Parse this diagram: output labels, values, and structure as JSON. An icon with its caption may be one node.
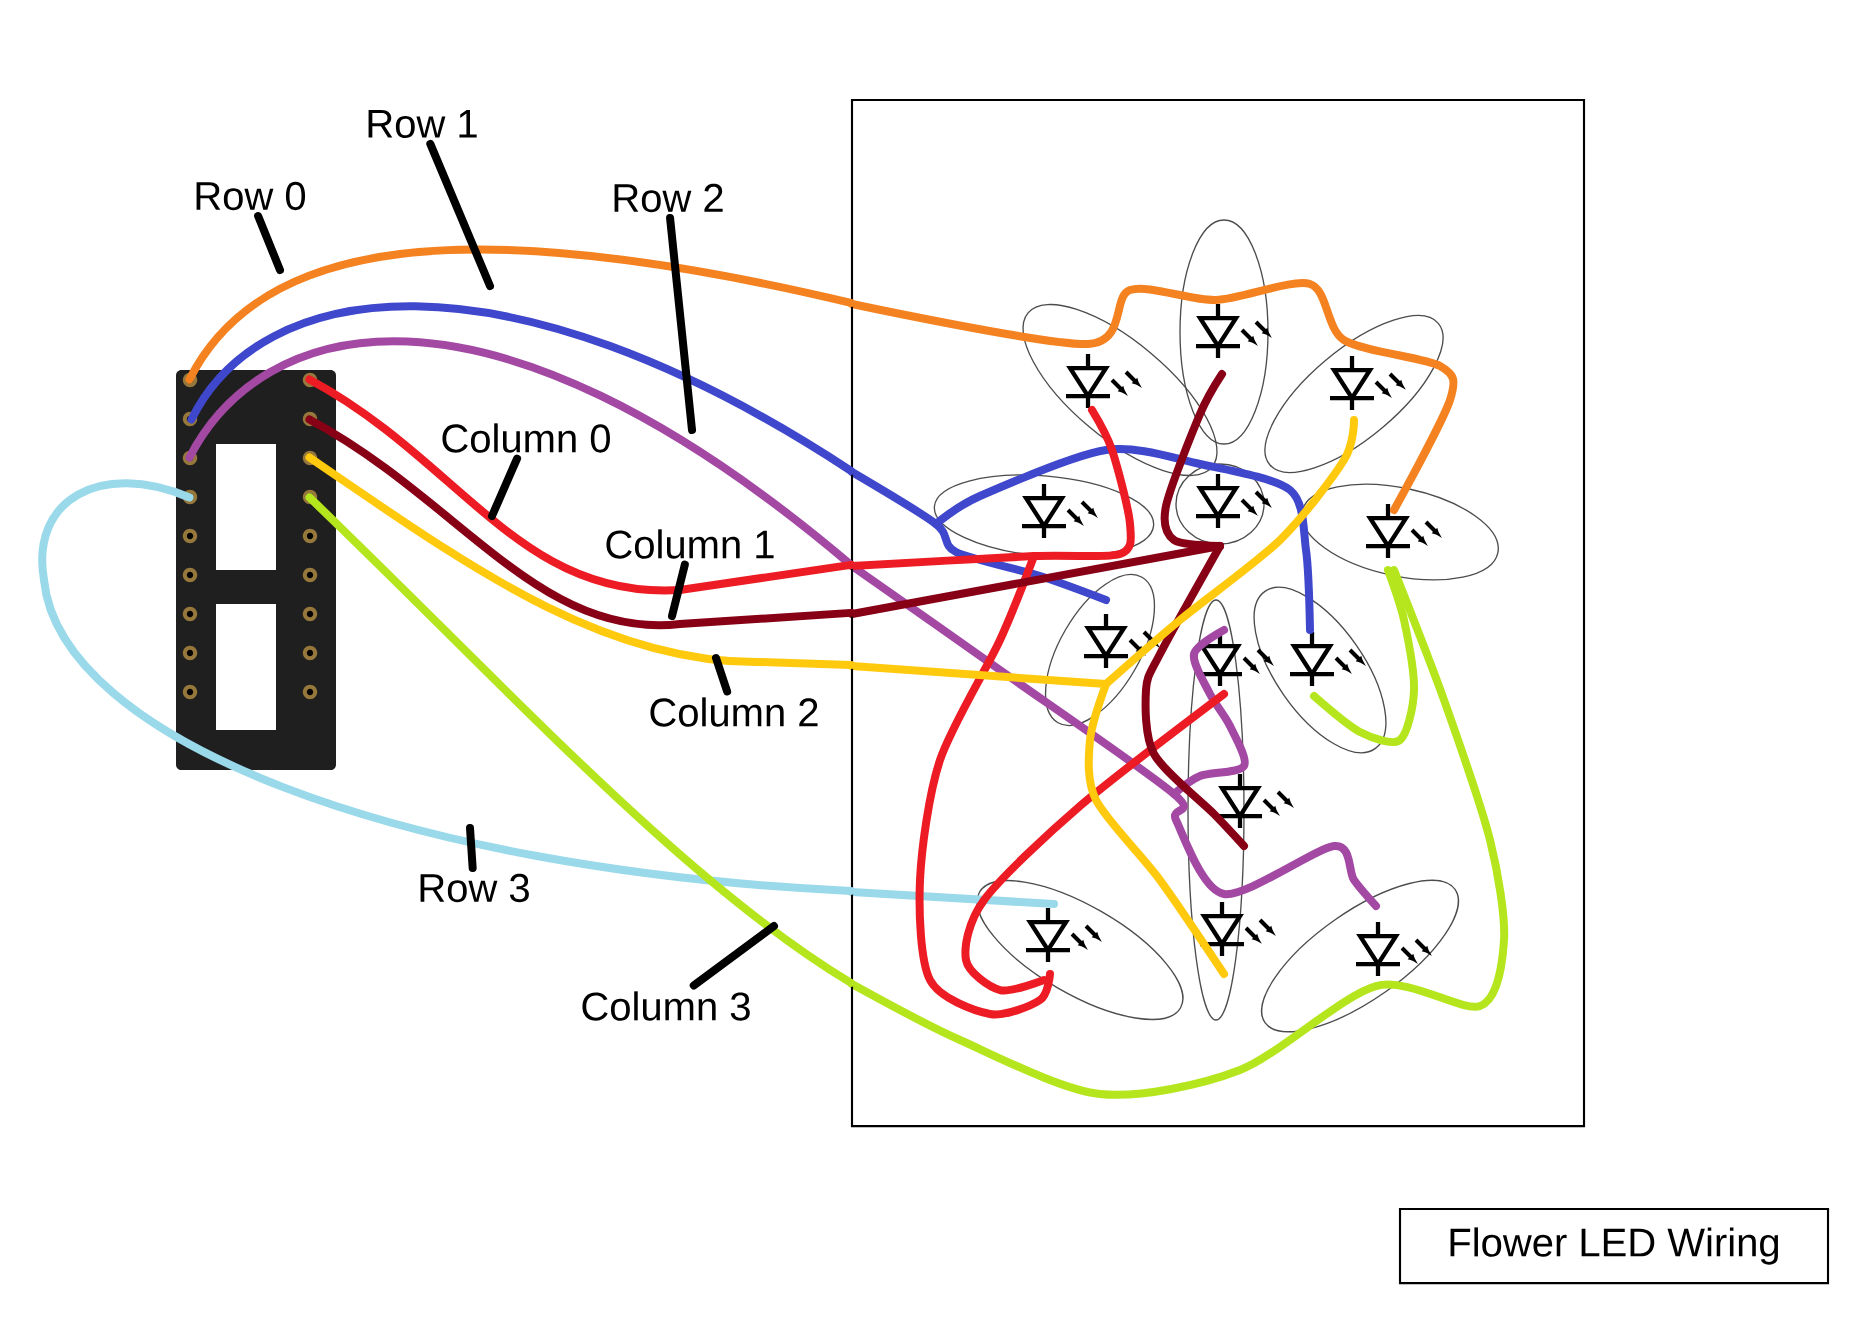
{
  "diagram": {
    "nodes": [
      {
        "text": [],
        "shape": "picture"
      },
      {
        "text": [],
        "shape": "box"
      },
      {
        "text": [
          "Flower LED Wiring"
        ]
      },
      {
        "text": [
          "Row 0"
        ]
      },
      {
        "text": [
          "Row 1"
        ]
      },
      {
        "text": [
          "Row 2"
        ]
      },
      {
        "text": [
          "Column 0"
        ]
      },
      {
        "text": [
          "Column 1"
        ]
      },
      {
        "text": [
          "Column 2"
        ]
      },
      {
        "text": [
          "Row 3"
        ]
      },
      {
        "text": [
          "Column 3"
        ]
      }
    ],
    "edges": [
      {
        "from": 0,
        "to": 1,
        "arrow": "none",
        "color": "#f58220"
      },
      {
        "from": 0,
        "to": 1,
        "arrow": "none",
        "color": "#3f48cc"
      },
      {
        "from": 0,
        "to": 1,
        "arrow": "none",
        "color": "#a349a4"
      },
      {
        "from": 0,
        "to": 1,
        "arrow": "none",
        "color": "#99d9ea"
      },
      {
        "from": 0,
        "to": 1,
        "arrow": "none",
        "color": "#ed1c24"
      },
      {
        "from": 0,
        "to": 1,
        "arrow": "none",
        "color": "#880015"
      },
      {
        "from": 0,
        "to": 1,
        "arrow": "none",
        "color": "#ffc90e"
      },
      {
        "from": 0,
        "to": 1,
        "arrow": "none",
        "color": "#b5e61d"
      },
      {
        "from": 3,
        "to": null,
        "arrow": "none"
      },
      {
        "from": 4,
        "to": null,
        "arrow": "none"
      },
      {
        "from": 5,
        "to": null,
        "arrow": "none"
      },
      {
        "from": 6,
        "to": null,
        "arrow": "none"
      },
      {
        "from": 7,
        "to": null,
        "arrow": "none"
      },
      {
        "from": 8,
        "to": null,
        "arrow": "none"
      },
      {
        "from": 9,
        "to": null,
        "arrow": "none"
      },
      {
        "from": 10,
        "to": null,
        "arrow": "none"
      }
    ]
  }
}
